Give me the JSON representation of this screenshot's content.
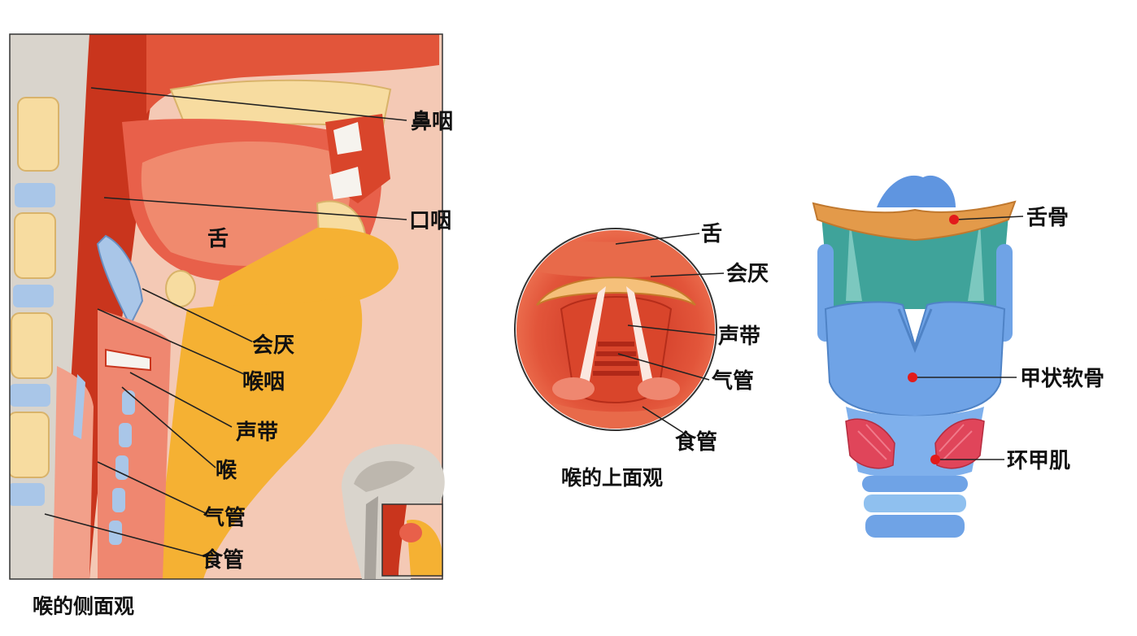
{
  "side_view": {
    "caption": "喉的侧面观",
    "labels": {
      "nasopharynx": "鼻咽",
      "oropharynx": "口咽",
      "tongue": "舌",
      "epiglottis": "会厌",
      "laryngopharynx": "喉咽",
      "vocal_cords": "声带",
      "larynx": "喉",
      "trachea": "气管",
      "esophagus": "食管"
    }
  },
  "top_view": {
    "caption": "喉的上面观",
    "labels": {
      "tongue": "舌",
      "epiglottis": "会厌",
      "vocal_cords": "声带",
      "trachea": "气管",
      "esophagus": "食管"
    }
  },
  "cartilage_view": {
    "labels": {
      "hyoid": "舌骨",
      "thyroid_cartilage": "甲状软骨",
      "cricothyroid": "环甲肌"
    }
  },
  "colors": {
    "tissue_red": "#d9452b",
    "tissue_pink": "#f2a08a",
    "fat_yellow": "#f5b133",
    "bone_cream": "#f7dca0",
    "cartilage_blue": "#6fa3e6",
    "muscle_teal": "#3fa39a",
    "hyoid_orange": "#e39a4a",
    "muscle_red": "#e0455a",
    "marker_red": "#e21b1b"
  }
}
